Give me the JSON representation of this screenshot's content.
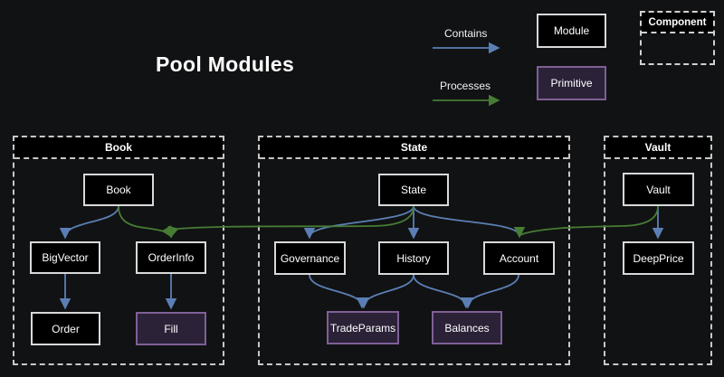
{
  "title": "Pool Modules",
  "legend": {
    "contains_label": "Contains",
    "processes_label": "Processes",
    "module_label": "Module",
    "primitive_label": "Primitive",
    "component_label": "Component"
  },
  "colors": {
    "contains_arrow": "#5b7fb5",
    "processes_arrow": "#467c35",
    "module_fill": "#000000",
    "module_border": "#d9d9d9",
    "primitive_fill": "#2b2238",
    "primitive_border": "#7e6096",
    "background": "#111213"
  },
  "diagram": {
    "containers": [
      {
        "label": "Book"
      },
      {
        "label": "State"
      },
      {
        "label": "Vault"
      }
    ],
    "nodes": {
      "book": {
        "label": "Book",
        "type": "module"
      },
      "bigvector": {
        "label": "BigVector",
        "type": "module"
      },
      "orderinfo": {
        "label": "OrderInfo",
        "type": "module"
      },
      "order": {
        "label": "Order",
        "type": "module"
      },
      "fill": {
        "label": "Fill",
        "type": "primitive"
      },
      "state": {
        "label": "State",
        "type": "module"
      },
      "governance": {
        "label": "Governance",
        "type": "module"
      },
      "history": {
        "label": "History",
        "type": "module"
      },
      "account": {
        "label": "Account",
        "type": "module"
      },
      "tradeparams": {
        "label": "TradeParams",
        "type": "primitive"
      },
      "balances": {
        "label": "Balances",
        "type": "primitive"
      },
      "vault": {
        "label": "Vault",
        "type": "module"
      },
      "deepprice": {
        "label": "DeepPrice",
        "type": "module"
      }
    },
    "edges": [
      {
        "from": "book",
        "to": "bigvector",
        "type": "contains"
      },
      {
        "from": "book",
        "to": "orderinfo",
        "type": "processes"
      },
      {
        "from": "state",
        "to": "orderinfo",
        "type": "processes"
      },
      {
        "from": "bigvector",
        "to": "order",
        "type": "contains"
      },
      {
        "from": "orderinfo",
        "to": "fill",
        "type": "contains"
      },
      {
        "from": "state",
        "to": "governance",
        "type": "contains"
      },
      {
        "from": "state",
        "to": "history",
        "type": "contains"
      },
      {
        "from": "state",
        "to": "account",
        "type": "contains"
      },
      {
        "from": "governance",
        "to": "tradeparams",
        "type": "contains"
      },
      {
        "from": "history",
        "to": "tradeparams",
        "type": "contains"
      },
      {
        "from": "history",
        "to": "balances",
        "type": "contains"
      },
      {
        "from": "account",
        "to": "balances",
        "type": "contains"
      },
      {
        "from": "vault",
        "to": "account",
        "type": "processes"
      },
      {
        "from": "vault",
        "to": "deepprice",
        "type": "contains"
      }
    ]
  }
}
